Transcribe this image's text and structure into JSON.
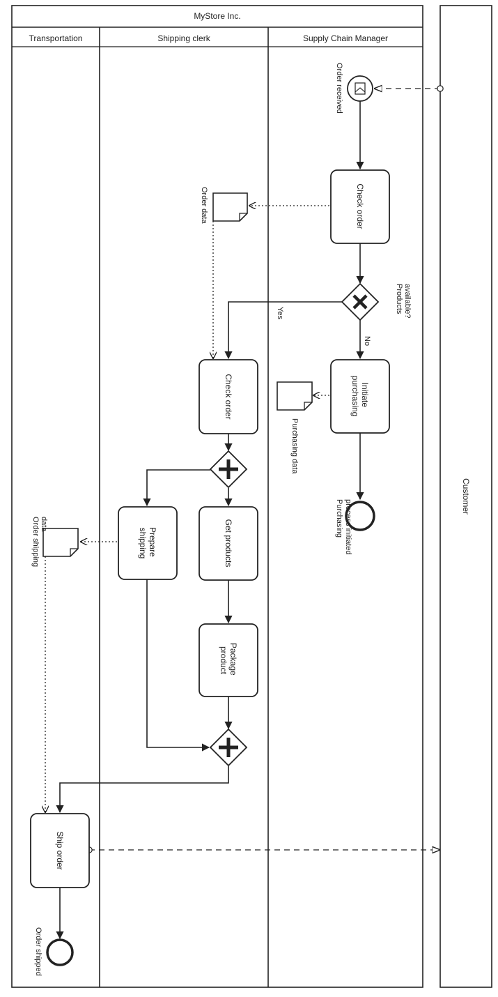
{
  "pool": {
    "title": "MyStore Inc."
  },
  "lanes": {
    "transportation": "Transportation",
    "shipping_clerk": "Shipping clerk",
    "supply_chain_manager": "Supply Chain Manager"
  },
  "external_pool": {
    "title": "Customer"
  },
  "events": {
    "order_received": "Order received",
    "purchasing_initiated": [
      "Purchasing",
      "process initiated"
    ],
    "order_shipped": "Order shipped"
  },
  "tasks": {
    "check_order_scm": [
      "Check order"
    ],
    "initiate_purchasing": [
      "Initiate",
      "purchasing"
    ],
    "check_order_clerk": [
      "Check order"
    ],
    "get_products": [
      "Get products"
    ],
    "package_product": [
      "Package",
      "product"
    ],
    "prepare_shipping": [
      "Prepare",
      "shipping"
    ],
    "ship_order": [
      "Ship order"
    ]
  },
  "gateways": {
    "products_available": [
      "Products",
      "available?"
    ],
    "yes_label": "Yes",
    "no_label": "No"
  },
  "data_objects": {
    "order_data": "Order data",
    "purchasing_data": "Purchasing data",
    "order_shipping_data": [
      "Order shipping",
      "data"
    ]
  }
}
